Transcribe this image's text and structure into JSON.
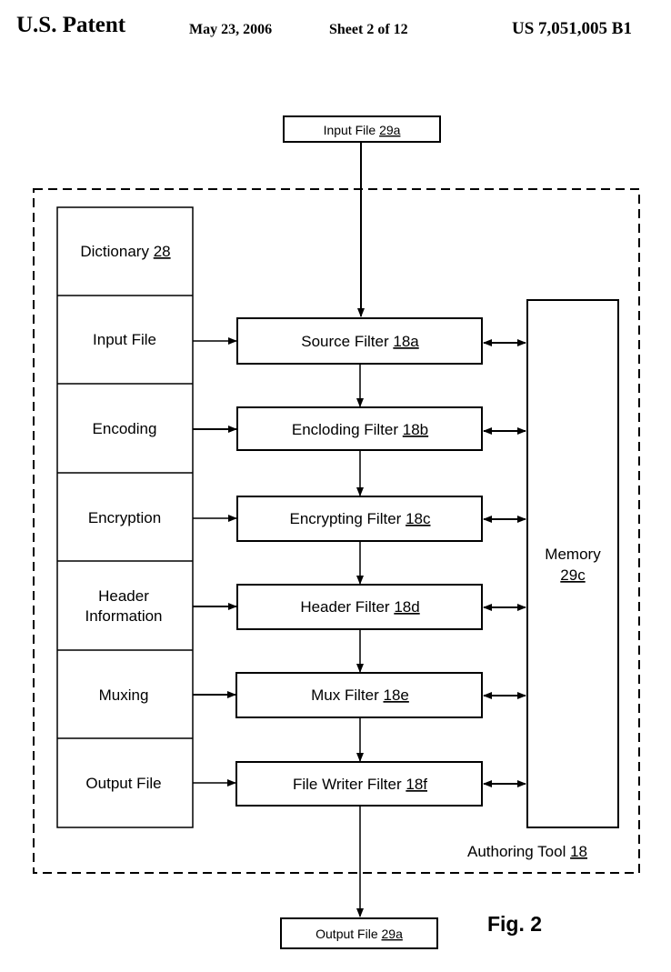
{
  "header": {
    "title": "U.S. Patent",
    "date": "May 23, 2006",
    "sheet": "Sheet 2 of 12",
    "patent_number": "US 7,051,005 B1"
  },
  "figure_label": "Fig. 2",
  "input_file": {
    "label": "Input File",
    "ref": "29a"
  },
  "output_file": {
    "label": "Output File",
    "ref": "29a"
  },
  "authoring_tool": {
    "label": "Authoring Tool",
    "ref": "18"
  },
  "memory": {
    "label": "Memory",
    "ref": "29c"
  },
  "dictionary": {
    "label": "Dictionary",
    "ref": "28",
    "entries": [
      {
        "line1": "Input File",
        "line2": ""
      },
      {
        "line1": "Encoding",
        "line2": ""
      },
      {
        "line1": "Encryption",
        "line2": ""
      },
      {
        "line1": "Header",
        "line2": "Information"
      },
      {
        "line1": "Muxing",
        "line2": ""
      },
      {
        "line1": "Output File",
        "line2": ""
      }
    ]
  },
  "filters": [
    {
      "label": "Source Filter",
      "ref": "18a"
    },
    {
      "label": "Encloding Filter",
      "ref": "18b"
    },
    {
      "label": "Encrypting Filter",
      "ref": "18c"
    },
    {
      "label": "Header Filter",
      "ref": "18d"
    },
    {
      "label": "Mux Filter",
      "ref": "18e"
    },
    {
      "label": "File Writer Filter",
      "ref": "18f"
    }
  ]
}
